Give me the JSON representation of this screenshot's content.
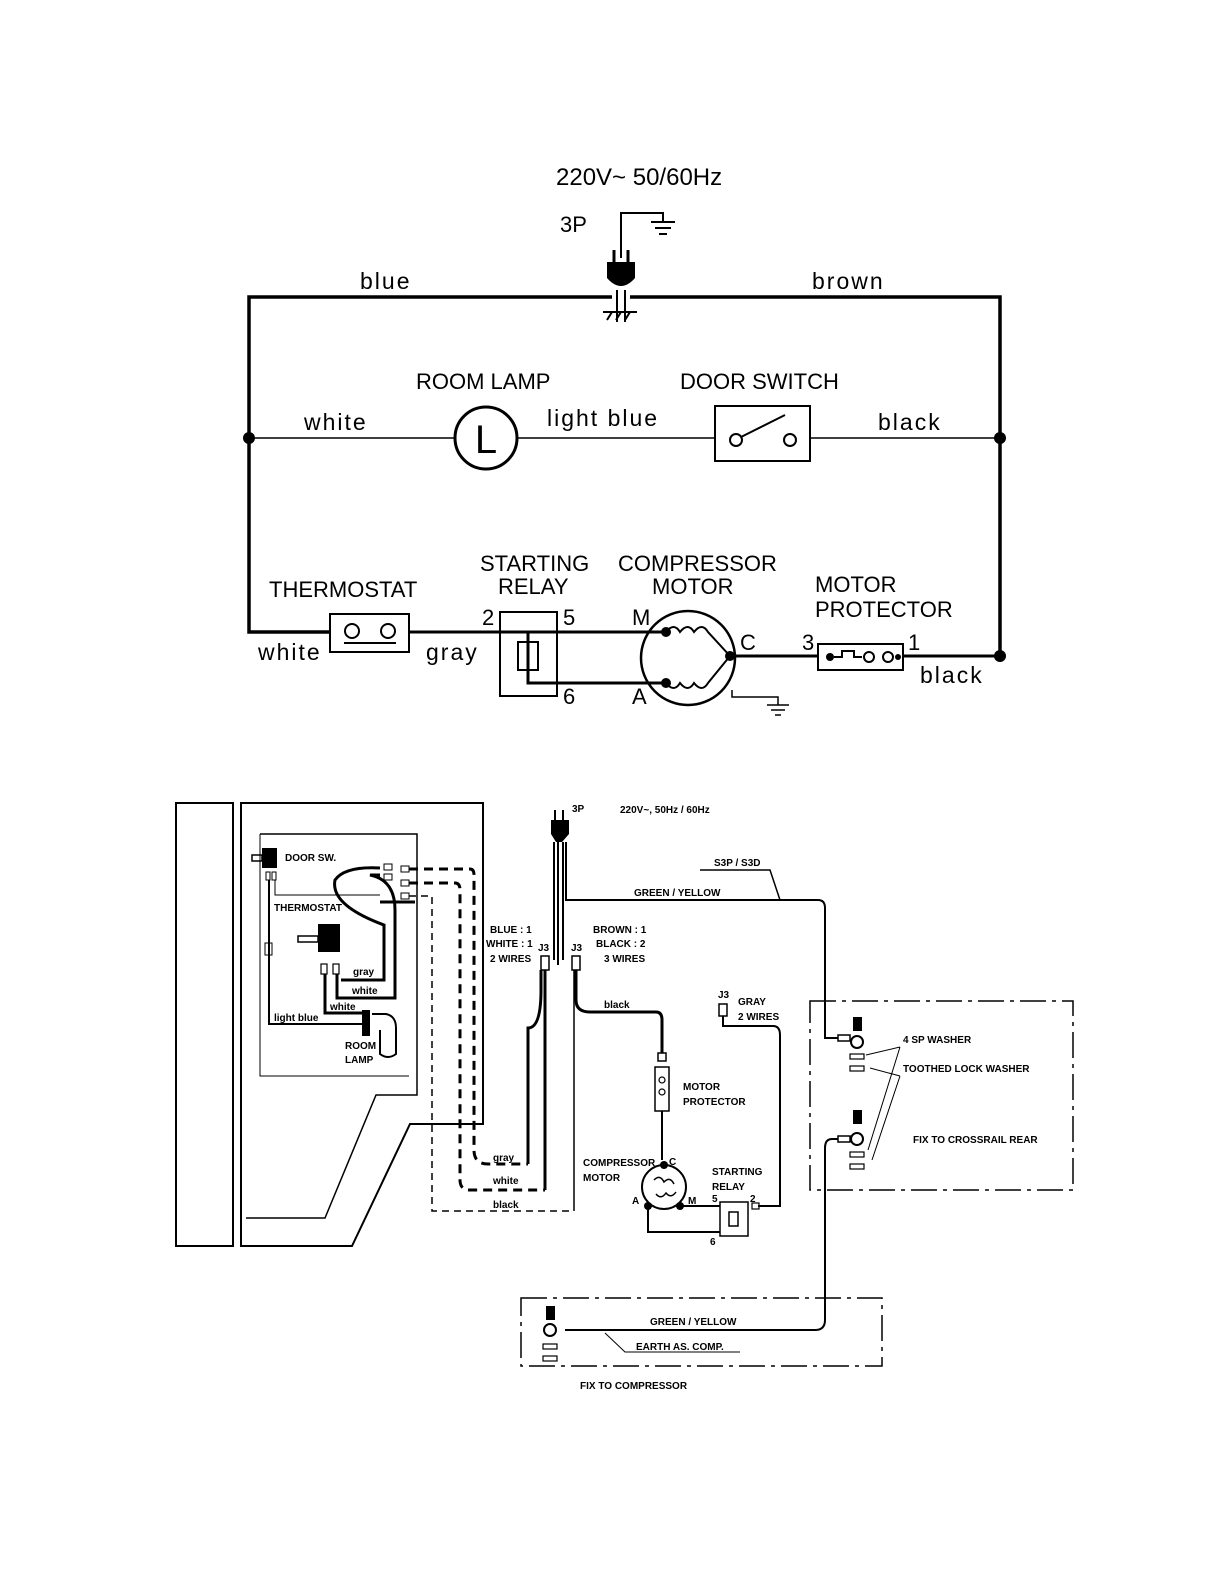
{
  "schematic": {
    "supply": "220V~   50/60Hz",
    "plug": "3P",
    "wires": {
      "blue": "blue",
      "brown": "brown",
      "white_top": "white",
      "light_blue": "light  blue",
      "black_top": "black",
      "white_bottom": "white",
      "gray": "gray",
      "black_bottom": "black"
    },
    "components": {
      "room_lamp": "ROOM  LAMP",
      "lamp_symbol": "L",
      "door_switch": "DOOR SWITCH",
      "thermostat": "THERMOSTAT",
      "starting_relay_1": "STARTING",
      "starting_relay_2": "RELAY",
      "compressor_1": "COMPRESSOR",
      "compressor_2": "MOTOR",
      "protector_1": "MOTOR",
      "protector_2": "PROTECTOR"
    },
    "terminals": {
      "relay_2": "2",
      "relay_5": "5",
      "relay_6": "6",
      "motor_m": "M",
      "motor_a": "A",
      "motor_c": "C",
      "prot_3": "3",
      "prot_1": "1"
    }
  },
  "wiring": {
    "plug": "3P",
    "supply": "220V~, 50Hz / 60Hz",
    "cord_code": "S3P / S3D",
    "green_yellow": "GREEN / YELLOW",
    "door_sw": "DOOR SW.",
    "thermostat": "THERMOSTAT",
    "room_lamp_1": "ROOM",
    "room_lamp_2": "LAMP",
    "bundle_left": [
      "BLUE : 1",
      "WHITE : 1",
      "2 WIRES"
    ],
    "bundle_right": [
      "BROWN : 1",
      "BLACK : 2",
      "3 WIRES"
    ],
    "j3": "J3",
    "gray_bundle": [
      "GRAY",
      "2 WIRES"
    ],
    "wire_labels": {
      "gray_a": "gray",
      "white_a": "white",
      "white_b": "white",
      "light_blue": "light  blue",
      "black_a": "black",
      "gray_b": "gray",
      "white_c": "white",
      "black_b": "black"
    },
    "motor_protector": [
      "MOTOR",
      "PROTECTOR"
    ],
    "compressor_motor": [
      "COMPRESSOR",
      "MOTOR"
    ],
    "starting_relay": [
      "STARTING",
      "RELAY"
    ],
    "terminals": {
      "c": "C",
      "a": "A",
      "m": "M",
      "t5": "5",
      "t2": "2",
      "t6": "6"
    },
    "washer_1": "4 SP WASHER",
    "washer_2": "TOOTHED LOCK WASHER",
    "fix_crossrail": "FIX TO CROSSRAIL REAR",
    "green_yellow_2": "GREEN / YELLOW",
    "earth": "EARTH AS. COMP.",
    "fix_compressor": "FIX TO COMPRESSOR"
  }
}
